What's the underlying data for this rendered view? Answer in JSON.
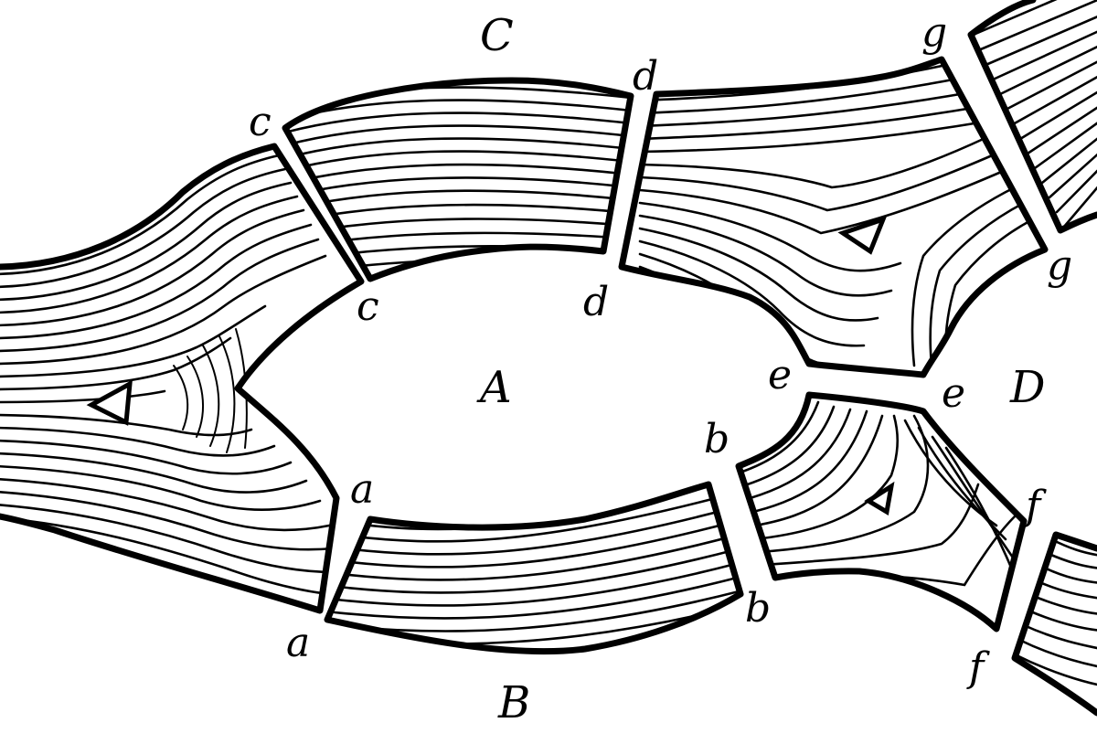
{
  "labels": {
    "region_A": "A",
    "region_B": "B",
    "region_C": "C",
    "region_D": "D",
    "a_top": "a",
    "a_bottom": "a",
    "b_top": "b",
    "b_bottom": "b",
    "c_top": "c",
    "c_bottom": "c",
    "d_top": "d",
    "d_bottom": "d",
    "e_left": "e",
    "e_right": "e",
    "f_top": "f",
    "f_bottom": "f",
    "g_top": "g",
    "g_bottom": "g"
  }
}
